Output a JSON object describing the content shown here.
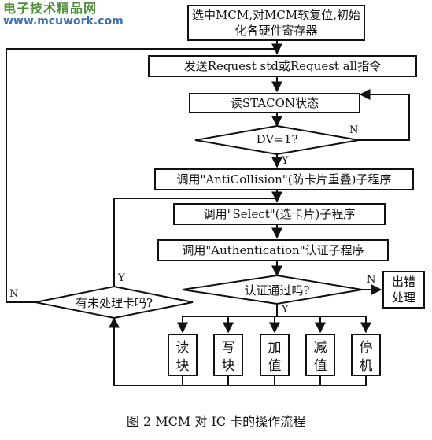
{
  "watermark": {
    "line1": "电子技术精品网",
    "line2": "www.mcuwork.com"
  },
  "flow": {
    "init": "选中MCM,对MCM软复位,初始化各硬件寄存器",
    "send": "发送Request std或Request all指令",
    "read": "读STACON状态",
    "dv_check": "DV=1?",
    "anticollision": "调用\"AntiCollision\"(防卡片重叠)子程序",
    "select": "调用\"Select\"(选卡片)子程序",
    "auth": "调用\"Authentication\"认证子程序",
    "auth_check": "认证通过吗?",
    "error": "出错处理",
    "unprocessed_check": "有未处理卡吗?",
    "ops": [
      "读块",
      "写块",
      "加值",
      "减值",
      "停机"
    ]
  },
  "labels": {
    "yes": "Y",
    "no": "N"
  },
  "caption": "图 2   MCM 对 IC 卡的操作流程"
}
